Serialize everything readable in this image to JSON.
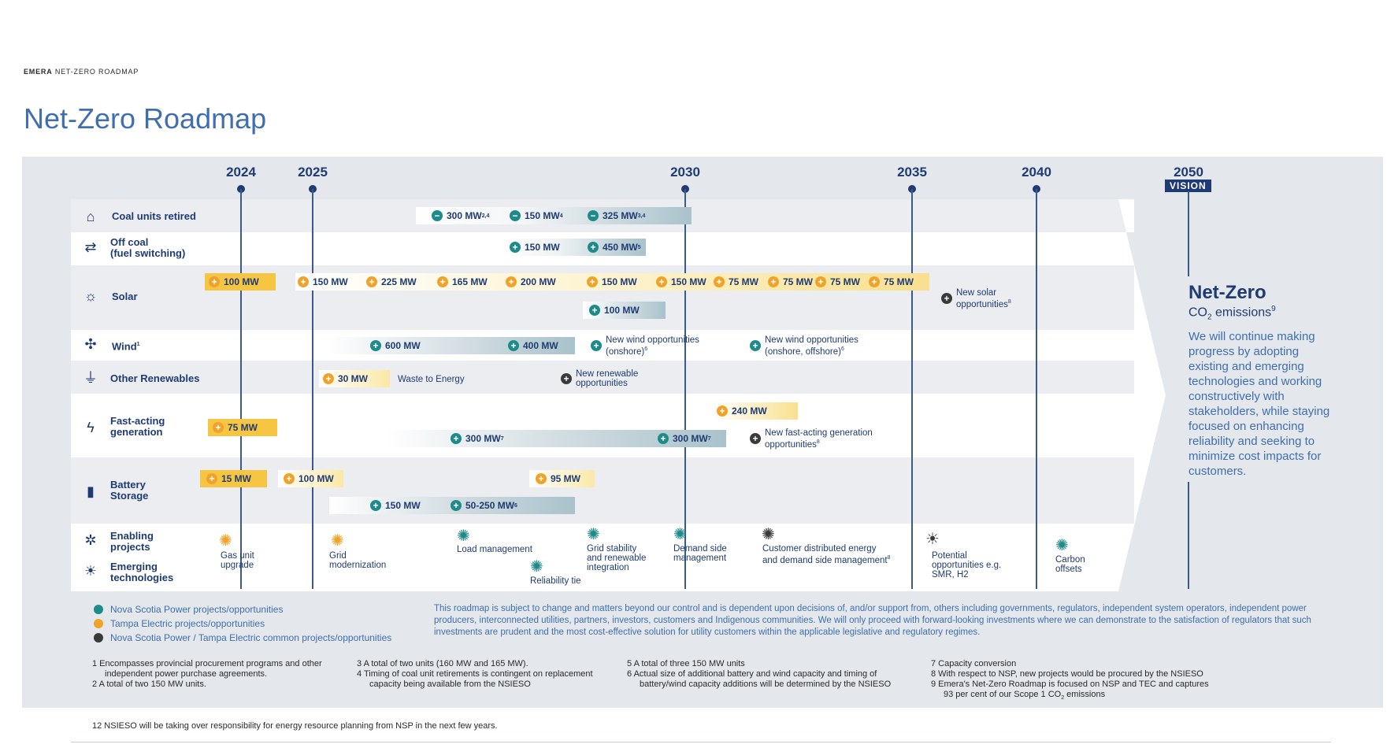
{
  "header": {
    "brand": "EMERA",
    "kicker": "NET-ZERO ROADMAP",
    "title": "Net-Zero Roadmap"
  },
  "years": {
    "y2024": "2024",
    "y2025": "2025",
    "y2030": "2030",
    "y2035": "2035",
    "y2040": "2040",
    "y2050": "2050",
    "vision": "VISION"
  },
  "rows": {
    "coal": "Coal units retired",
    "offcoal1": "Off coal",
    "offcoal2": "(fuel switching)",
    "solar": "Solar",
    "wind": "Wind",
    "wind_sup": "1",
    "other": "Other Renewables",
    "fast1": "Fast-acting",
    "fast2": "generation",
    "battery1": "Battery",
    "battery2": "Storage",
    "enabling1": "Enabling",
    "enabling2": "projects",
    "emerging1": "Emerging",
    "emerging2": "technologies"
  },
  "coal": {
    "a": "300 MW",
    "a_sup": "2,4",
    "b": "150 MW",
    "b_sup": "4",
    "c": "325 MW",
    "c_sup": "3,4"
  },
  "offcoal": {
    "a": "150 MW",
    "b": "450 MW",
    "b_sup": "5"
  },
  "solar": {
    "p1": "100 MW",
    "p2": "150 MW",
    "p3": "225 MW",
    "p4": "165 MW",
    "p5": "200 MW",
    "p6": "150 MW",
    "p7": "150 MW",
    "p8": "75 MW",
    "p9": "75 MW",
    "p10": "75 MW",
    "p11": "75 MW",
    "ns": "100 MW",
    "new1": "New solar",
    "new2": "opportunities",
    "new_sup": "8"
  },
  "wind": {
    "a": "600 MW",
    "b": "400 MW",
    "c1": "New wind opportunities",
    "c2": "(onshore)",
    "c_sup": "6",
    "d1": "New wind opportunities",
    "d2": "(onshore, offshore)",
    "d_sup": "6"
  },
  "other": {
    "a": "30 MW",
    "waste": "Waste to Energy",
    "new1": "New renewable",
    "new2": "opportunities"
  },
  "fast": {
    "a": "75 MW",
    "b": "240 MW",
    "c": "300 MW",
    "c_sup": "7",
    "d": "300 MW",
    "d_sup": "7",
    "new1": "New fast-acting generation",
    "new2": "opportunities",
    "new_sup": "8"
  },
  "battery": {
    "a": "15 MW",
    "b": "100 MW",
    "c": "95 MW",
    "d": "150 MW",
    "e": "50-250 MW",
    "e_sup": "6"
  },
  "enabling": {
    "gas1": "Gas unit",
    "gas2": "upgrade",
    "grid1": "Grid",
    "grid2": "modernization",
    "load": "Load management",
    "reli": "Reliability tie",
    "gs1": "Grid stability",
    "gs2": "and renewable",
    "gs3": "integration",
    "ds1": "Demand side",
    "ds2": "management",
    "cd1": "Customer distributed energy",
    "cd2": "and demand side management",
    "cd_sup": "8",
    "po1": "Potential",
    "po2": "opportunities e.g.",
    "po3": "SMR, H2",
    "co1": "Carbon",
    "co2": "offsets"
  },
  "netzero": {
    "title": "Net-Zero",
    "sub_pre": "CO",
    "sub_sub": "2",
    "sub_post": " emissions",
    "sub_sup": "9",
    "body": "We will continue making progress by adopting existing and emerging technologies and working constructively with stakeholders, while staying focused on enhancing reliability and seeking to minimize cost impacts for customers."
  },
  "legend": {
    "l1": "Nova Scotia Power projects/opportunities",
    "l2": "Tampa Electric projects/opportunities",
    "l3": "Nova Scotia Power / Tampa Electric common projects/opportunities",
    "c1": "#1e8a8a",
    "c2": "#f0a32a",
    "c3": "#3a3a3a"
  },
  "disclaimer": "This roadmap is subject to change and matters beyond our control and is dependent upon decisions of, and/or support from, others including governments, regulators, independent system operators, independent power producers, interconnected utilities, partners, investors, customers and Indigenous communities. We will only proceed with forward-looking investments where we can demonstrate to the satisfaction of regulators that such investments are prudent and the most cost-effective solution for utility customers within the applicable legislative and regulatory regimes.",
  "footnotes": {
    "f1a": "1    Encompasses provincial procurement programs and other",
    "f1b": "independent power purchase agreements.",
    "f2": "2    A total of two 150 MW units.",
    "f3": "3    A total of two units (160 MW and 165 MW).",
    "f4a": "4    Timing of coal unit retirements is contingent on replacement",
    "f4b": "capacity being available from the NSIESO",
    "f5": "5    A total of three 150 MW units",
    "f6a": "6    Actual size of additional battery and wind capacity and timing of",
    "f6b": "battery/wind capacity additions will be determined by the NSIESO",
    "f7": "7    Capacity conversion",
    "f8": "8    With respect to NSP, new projects would be procured by the NSIESO",
    "f9a": "9    Emera's Net-Zero Roadmap is focused on NSP and TEC and captures",
    "f9b_pre": "93 per cent of our Scope 1 CO",
    "f9b_sub": "2",
    "f9b_post": " emissions",
    "f12": "12  NSIESO will be taking over responsibility for energy resource planning from NSP in the next few years."
  }
}
